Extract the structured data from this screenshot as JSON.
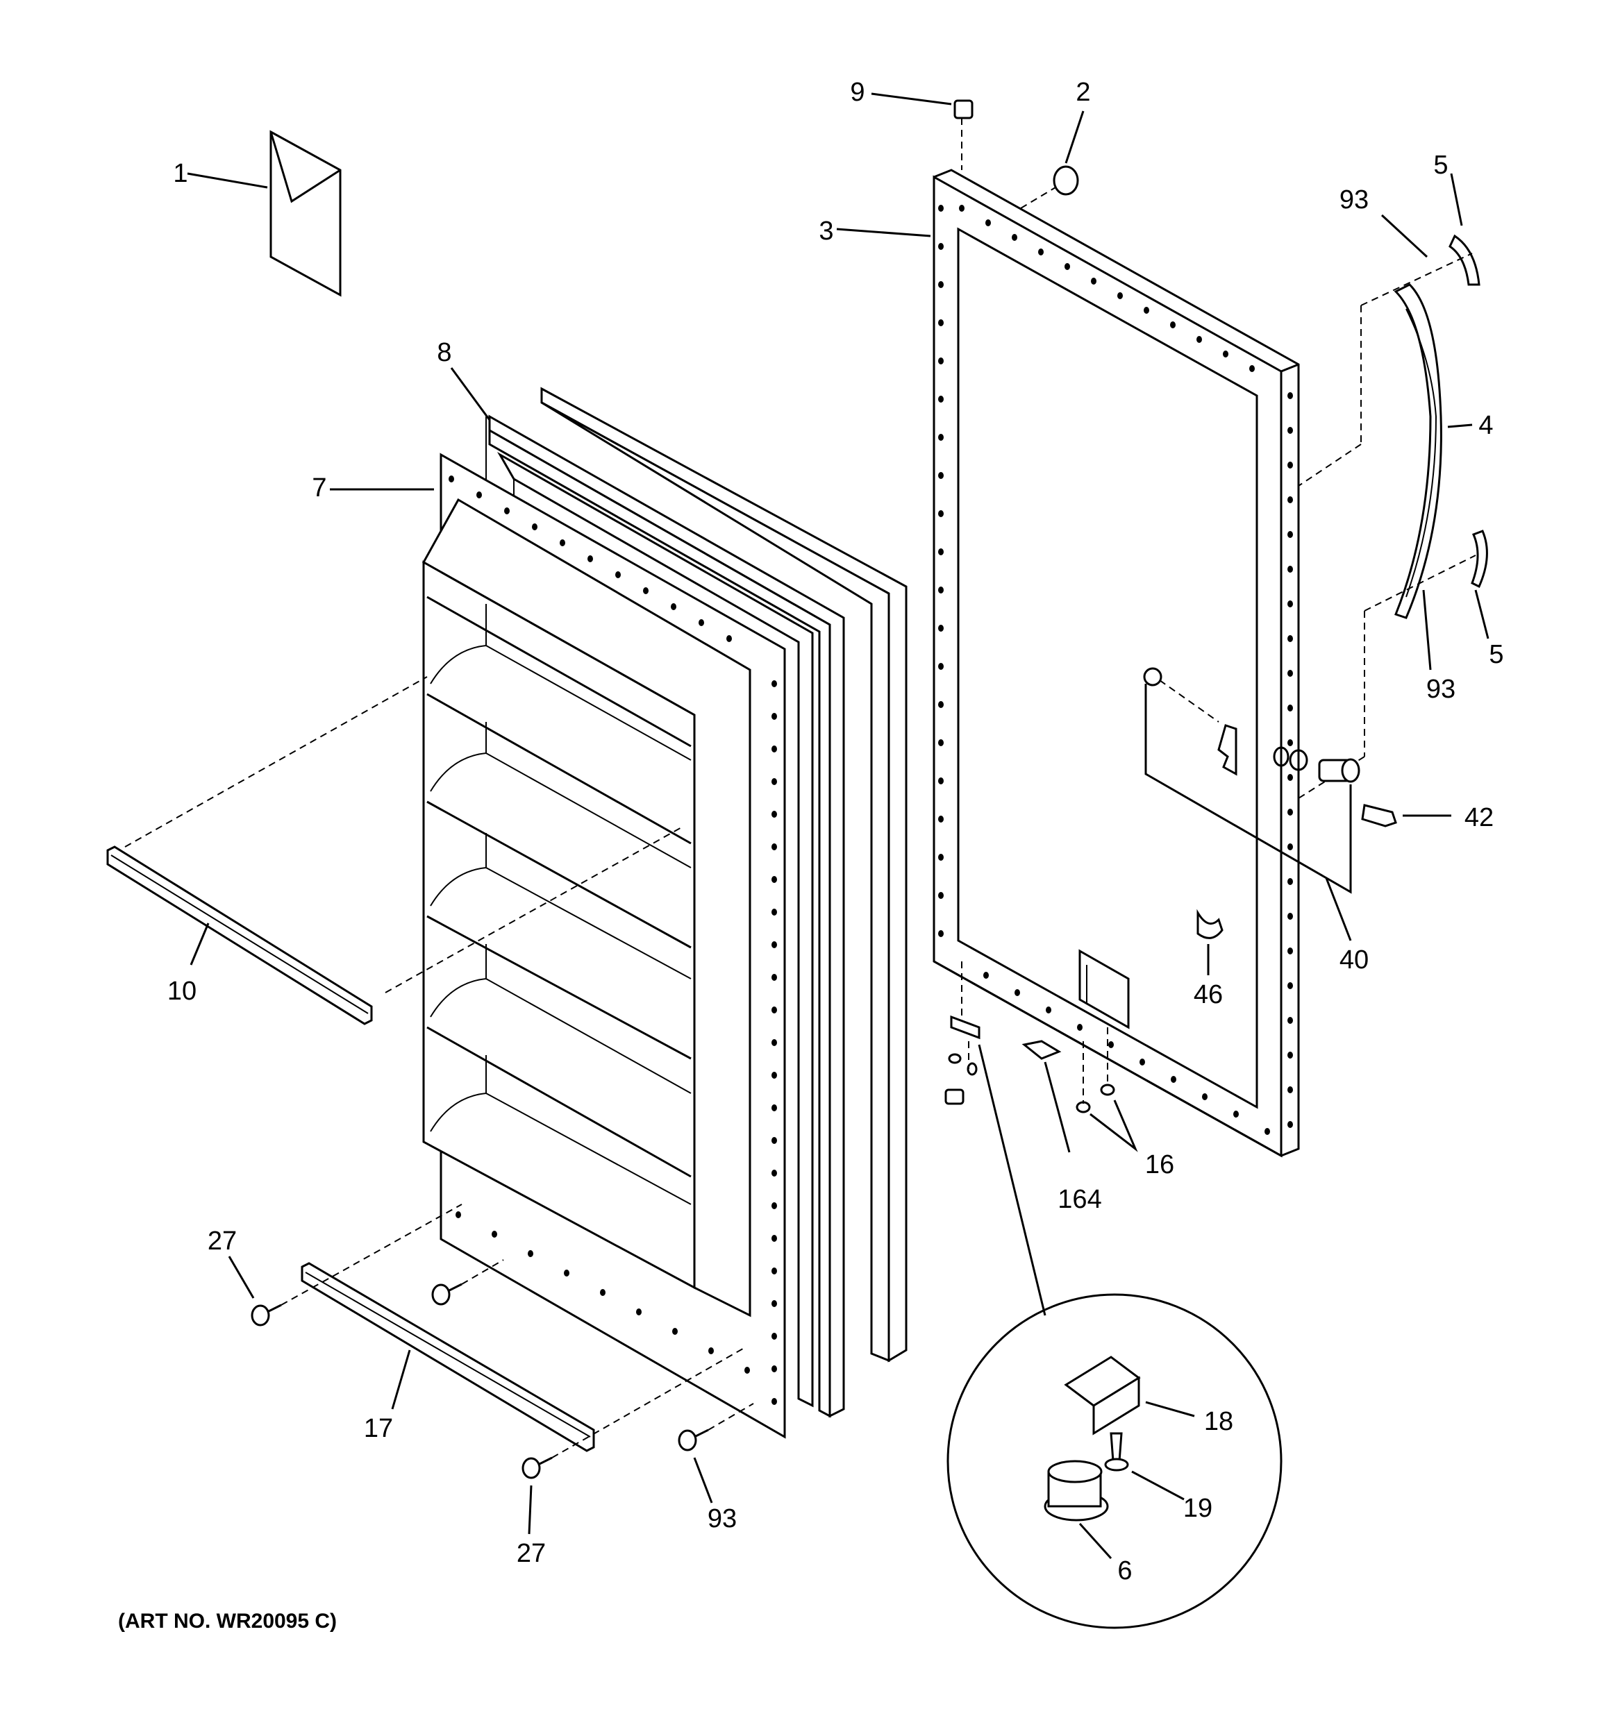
{
  "callouts": [
    {
      "id": "c1",
      "text": "1"
    },
    {
      "id": "c2",
      "text": "2"
    },
    {
      "id": "c3",
      "text": "3"
    },
    {
      "id": "c4",
      "text": "4"
    },
    {
      "id": "c5a",
      "text": "5"
    },
    {
      "id": "c5b",
      "text": "5"
    },
    {
      "id": "c6",
      "text": "6"
    },
    {
      "id": "c7",
      "text": "7"
    },
    {
      "id": "c8",
      "text": "8"
    },
    {
      "id": "c9",
      "text": "9"
    },
    {
      "id": "c10",
      "text": "10"
    },
    {
      "id": "c16",
      "text": "16"
    },
    {
      "id": "c17",
      "text": "17"
    },
    {
      "id": "c18",
      "text": "18"
    },
    {
      "id": "c19",
      "text": "19"
    },
    {
      "id": "c27a",
      "text": "27"
    },
    {
      "id": "c27b",
      "text": "27"
    },
    {
      "id": "c40",
      "text": "40"
    },
    {
      "id": "c42",
      "text": "42"
    },
    {
      "id": "c46",
      "text": "46"
    },
    {
      "id": "c93a",
      "text": "93"
    },
    {
      "id": "c93b",
      "text": "93"
    },
    {
      "id": "c93c",
      "text": "93"
    },
    {
      "id": "c164",
      "text": "164"
    }
  ],
  "art_number": "(ART NO. WR20095 C)"
}
